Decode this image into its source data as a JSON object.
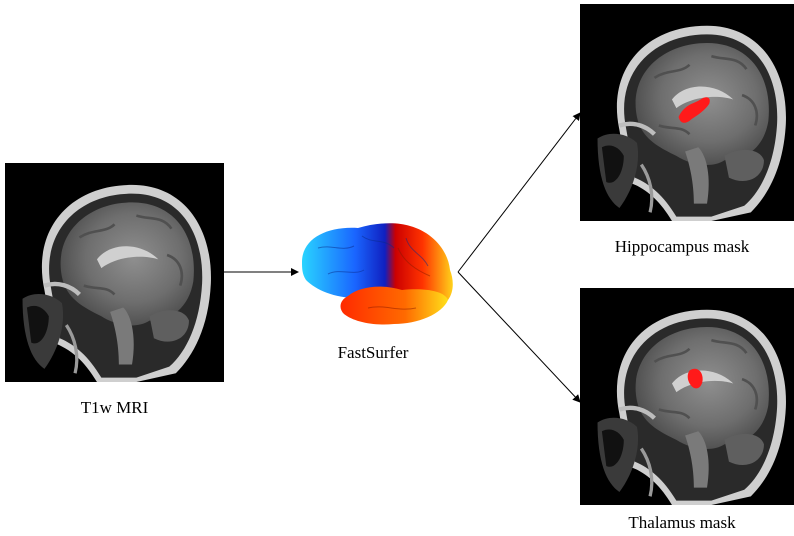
{
  "input": {
    "label": "T1w MRI"
  },
  "model": {
    "label": "FastSurfer"
  },
  "outputs": [
    {
      "label": "Hippocampus mask",
      "mask_color": "#ff1a1a"
    },
    {
      "label": "Thalamus mask",
      "mask_color": "#ff1a1a"
    }
  ]
}
